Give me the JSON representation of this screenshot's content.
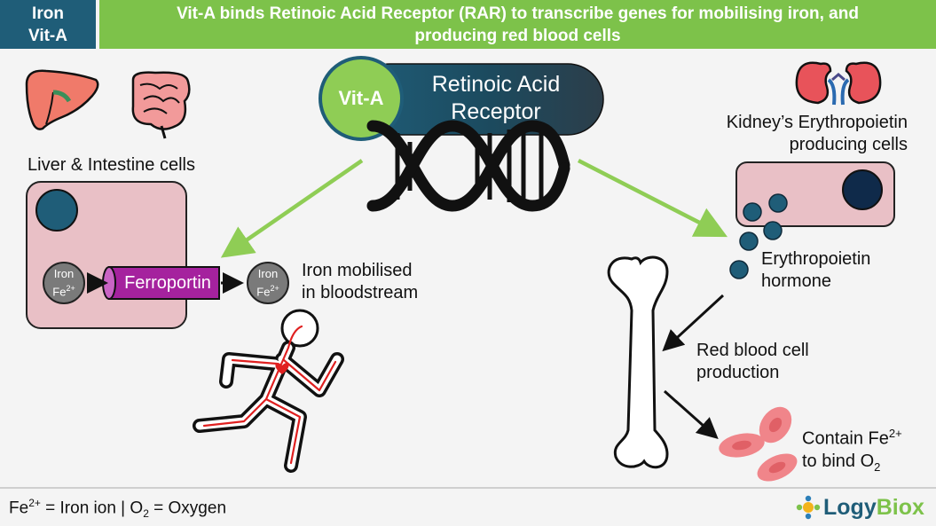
{
  "header": {
    "tag_line1": "Iron",
    "tag_line2": "Vit-A",
    "title_line1": "Vit-A binds Retinoic Acid Receptor (RAR) to transcribe genes for mobilising iron, and",
    "title_line2": "producing red blood cells"
  },
  "receptor": {
    "vit_a_label": "Vit-A",
    "line1": "Retinoic Acid",
    "line2": "Receptor"
  },
  "left": {
    "cells_label": "Liver & Intestine cells",
    "iron_ion_line1": "Iron",
    "iron_ion_fe": "Fe",
    "iron_ion_charge": "2+",
    "ferroportin_label": "Ferroportin",
    "mobilised_line1": "Iron mobilised",
    "mobilised_line2": "in bloodstream"
  },
  "right": {
    "kidney_line1": "Kidney’s Erythropoietin",
    "kidney_line2": "producing cells",
    "hormone_line1": "Erythropoietin",
    "hormone_line2": "hormone",
    "rbc_line1": "Red blood cell",
    "rbc_line2": "production",
    "contain_prefix": "Contain Fe",
    "contain_charge": "2+",
    "bind_prefix": "to bind O",
    "bind_sub": "2"
  },
  "footer": {
    "fe": "Fe",
    "fe_charge": "2+",
    "fe_def": " = Iron ion | O",
    "o_sub": "2",
    "o_def": " = Oxygen",
    "logo_a": "Logy",
    "logo_b": "Biox"
  },
  "colors": {
    "header_blue": "#1f5d78",
    "header_green": "#7dc24a",
    "arrow_green": "#8fcd55",
    "cell_pink": "#e9c0c6",
    "nucleus_blue": "#1f5d78",
    "ferroportin_purple": "#a5229e",
    "blood_red": "#e02020",
    "rbc_pink": "#f0858a"
  },
  "icons": [
    "liver-icon",
    "intestine-icon",
    "kidney-icon",
    "dna-icon",
    "runner-icon",
    "bone-icon",
    "red-blood-cell-icon",
    "logo-icon"
  ]
}
